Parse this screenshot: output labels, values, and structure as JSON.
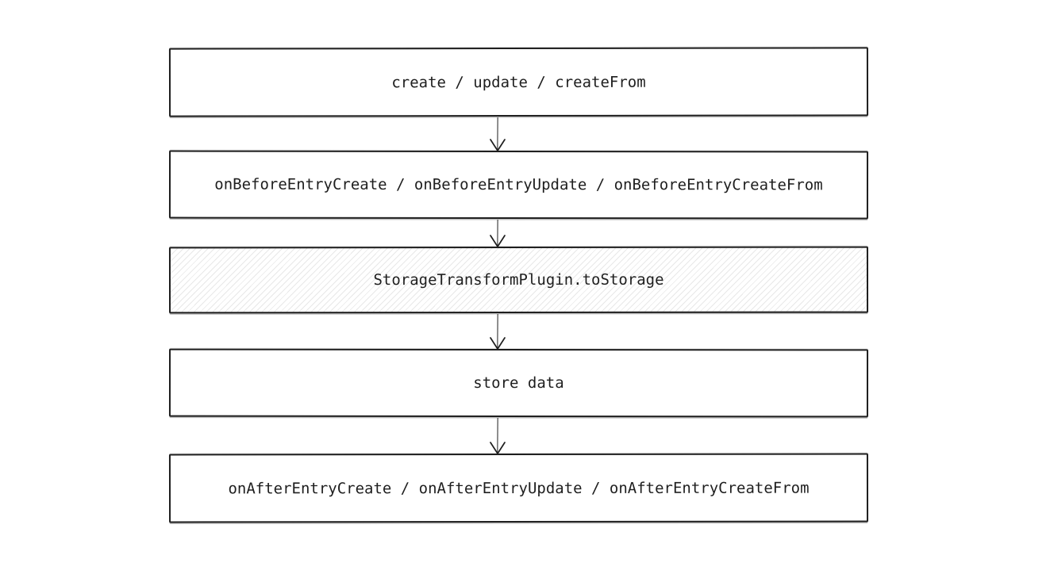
{
  "diagram": {
    "type": "flowchart",
    "direction": "top-to-bottom",
    "boxes": [
      {
        "id": "create-update-createfrom",
        "label": "create / update / createFrom",
        "fill": "solid"
      },
      {
        "id": "on-before-entry-hooks",
        "label": "onBeforeEntryCreate / onBeforeEntryUpdate / onBeforeEntryCreateFrom",
        "fill": "solid"
      },
      {
        "id": "storage-transform-plugin",
        "label": "StorageTransformPlugin.toStorage",
        "fill": "hatched"
      },
      {
        "id": "store-data",
        "label": "store data",
        "fill": "solid"
      },
      {
        "id": "on-after-entry-hooks",
        "label": "onAfterEntryCreate / onAfterEntryUpdate / onAfterEntryCreateFrom",
        "fill": "solid"
      }
    ],
    "connections": [
      {
        "from": "create-update-createfrom",
        "to": "on-before-entry-hooks",
        "style": "arrow-down"
      },
      {
        "from": "on-before-entry-hooks",
        "to": "storage-transform-plugin",
        "style": "arrow-down"
      },
      {
        "from": "storage-transform-plugin",
        "to": "store-data",
        "style": "arrow-down"
      },
      {
        "from": "store-data",
        "to": "on-after-entry-hooks",
        "style": "arrow-down"
      }
    ],
    "colors": {
      "stroke": "#1e1e1e",
      "text": "#1e1e1e",
      "background": "#ffffff",
      "hatch_line": "#dedee1"
    }
  }
}
